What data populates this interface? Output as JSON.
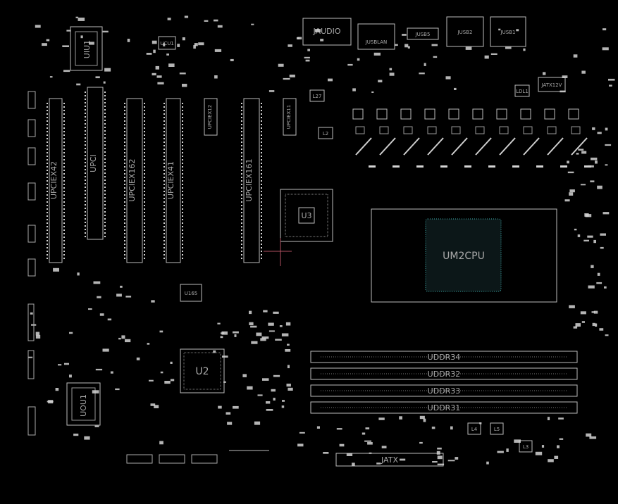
{
  "components": {
    "slots": [
      {
        "ref": "UPCIEX42"
      },
      {
        "ref": "UPCI"
      },
      {
        "ref": "UPCIEX162"
      },
      {
        "ref": "UPCIEX41"
      },
      {
        "ref": "UPCIEX161"
      },
      {
        "ref": "UPCIEX12"
      },
      {
        "ref": "UPCIEX11"
      }
    ],
    "dimms": [
      {
        "ref": "UDDR34"
      },
      {
        "ref": "UDDR32"
      },
      {
        "ref": "UDDR33"
      },
      {
        "ref": "UDDR31"
      }
    ],
    "chips": {
      "cpu": "UM2CPU",
      "pch": "U3",
      "sio": "U2",
      "io_top_left": "UIU1",
      "io_bottom_left": "UOU1",
      "bios": "U165",
      "atx": "JATX",
      "audio": "JAUDIO",
      "usb_lan": "JUSBLAN",
      "usb_a": "JUSB5",
      "usb_b": "JUSB2",
      "usb_c": "JUSB1",
      "atx12v": "JATX12V",
      "ucu1": "UCU1"
    },
    "inductors": [
      "L2",
      "L27",
      "L4",
      "L5",
      "L3",
      "LDL1"
    ]
  }
}
